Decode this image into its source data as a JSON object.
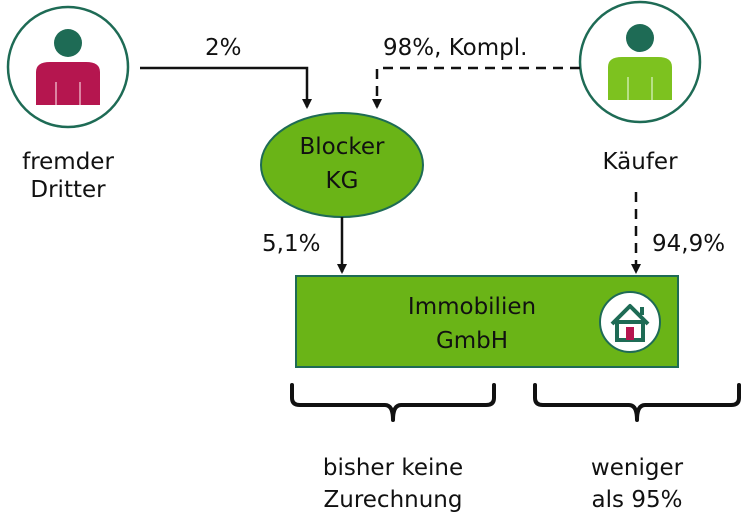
{
  "nodes": {
    "third_party": {
      "label_line1": "fremder",
      "label_line2": "Dritter",
      "color": "#b5164f"
    },
    "buyer": {
      "label": "Käufer",
      "color": "#7dc21f"
    },
    "blocker": {
      "label_line1": "Blocker",
      "label_line2": "KG",
      "color": "#6ab417"
    },
    "property": {
      "label_line1": "Immobilien",
      "label_line2": "GmbH",
      "color": "#6ab417"
    }
  },
  "edges": {
    "third_to_blocker": "2%",
    "buyer_to_blocker": "98%, Kompl.",
    "blocker_to_property": "5,1%",
    "buyer_to_property": "94,9%"
  },
  "brackets": {
    "left": {
      "line1": "bisher keine",
      "line2": "Zurechnung"
    },
    "right": {
      "line1": "weniger",
      "line2": "als 95%"
    }
  },
  "accent_color": "#1e6b55",
  "icons": [
    "person-icon",
    "house-icon"
  ]
}
